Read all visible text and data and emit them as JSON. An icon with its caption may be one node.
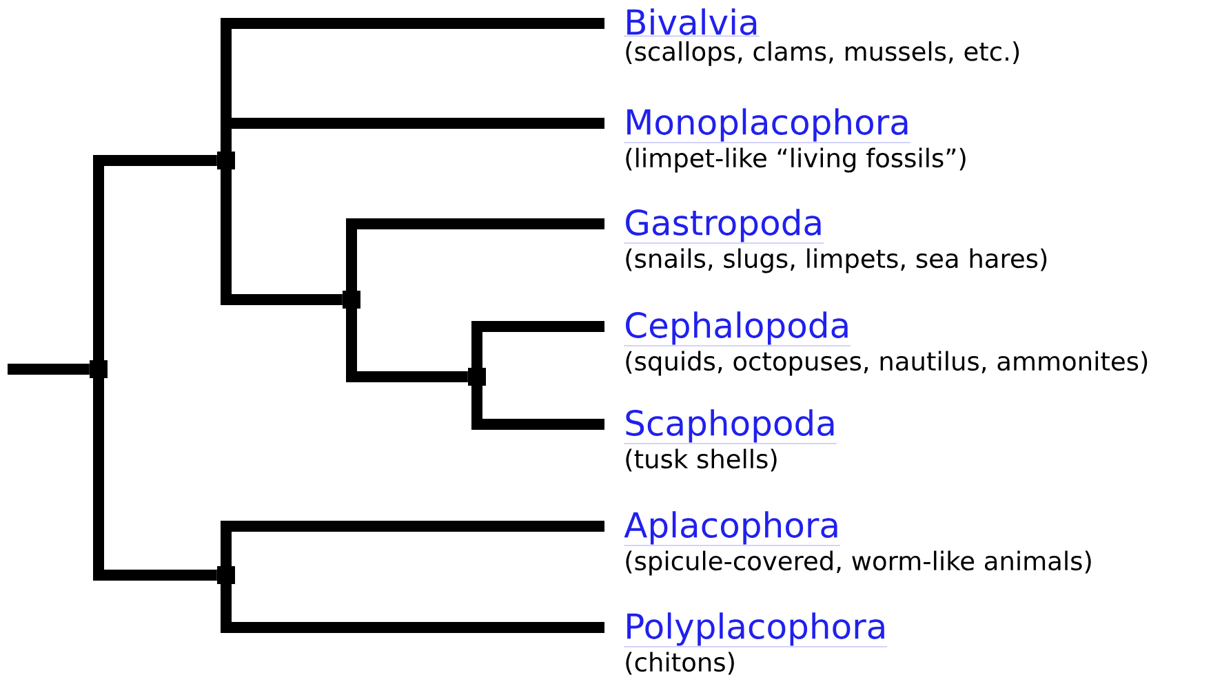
{
  "diagram": {
    "nodes": [
      {
        "text": [
          "Bivalvia",
          "(scallops, clams, mussels, etc.)"
        ]
      },
      {
        "text": [
          "Monoplacophora",
          "(limpet-like “living fossils”)"
        ]
      },
      {
        "text": [
          "Gastropoda",
          "(snails, slugs, limpets, sea hares)"
        ]
      },
      {
        "text": [
          "Cephalopoda",
          "(squids, octopuses, nautilus, ammonites)"
        ]
      },
      {
        "text": [
          "Scaphopoda",
          "(tusk shells)"
        ]
      },
      {
        "text": [
          "Aplacophora",
          "(spicule-covered, worm-like animals)"
        ]
      },
      {
        "text": [
          "Polyplacophora",
          "(chitons)"
        ]
      },
      {
        "text": [],
        "shape": "point"
      },
      {
        "text": [],
        "shape": "point"
      },
      {
        "text": [],
        "shape": "point"
      },
      {
        "text": [],
        "shape": "point"
      },
      {
        "text": [],
        "shape": "point"
      }
    ],
    "edges": [
      {
        "from": null,
        "to": 7,
        "arrow": "none"
      },
      {
        "from": 7,
        "to": 8,
        "arrow": "none"
      },
      {
        "from": 7,
        "to": 11,
        "arrow": "none"
      },
      {
        "from": 8,
        "to": 0,
        "arrow": "none"
      },
      {
        "from": 8,
        "to": 1,
        "arrow": "none"
      },
      {
        "from": 8,
        "to": 9,
        "arrow": "none"
      },
      {
        "from": 9,
        "to": 2,
        "arrow": "none"
      },
      {
        "from": 9,
        "to": 10,
        "arrow": "none"
      },
      {
        "from": 10,
        "to": 3,
        "arrow": "none"
      },
      {
        "from": 10,
        "to": 4,
        "arrow": "none"
      },
      {
        "from": 11,
        "to": 5,
        "arrow": "none"
      },
      {
        "from": 11,
        "to": 6,
        "arrow": "none"
      }
    ]
  }
}
